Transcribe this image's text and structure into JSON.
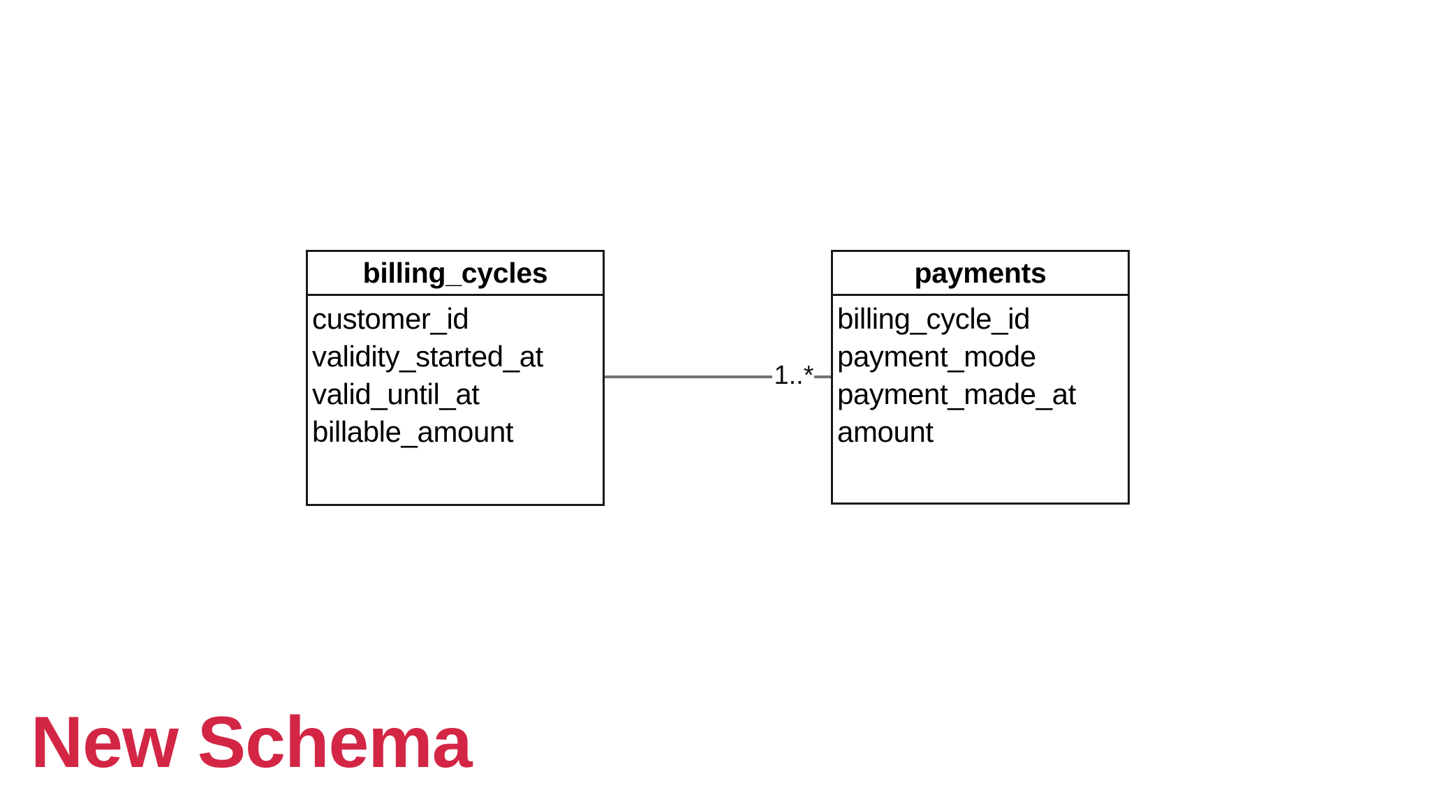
{
  "slide": {
    "title": "New Schema",
    "title_color": "#D32645",
    "background_color": "#FFFFFF"
  },
  "diagram": {
    "type": "entity-relationship",
    "border_color": "#1A1A1A",
    "connector_color": "#737373",
    "entities": [
      {
        "id": "billing_cycles",
        "name": "billing_cycles",
        "fields": [
          "customer_id",
          "validity_started_at",
          "valid_until_at",
          "billable_amount"
        ]
      },
      {
        "id": "payments",
        "name": "payments",
        "fields": [
          "billing_cycle_id",
          "payment_mode",
          "payment_made_at",
          "amount"
        ]
      }
    ],
    "relationships": [
      {
        "from": "billing_cycles",
        "to": "payments",
        "multiplicity": "1..*"
      }
    ]
  }
}
